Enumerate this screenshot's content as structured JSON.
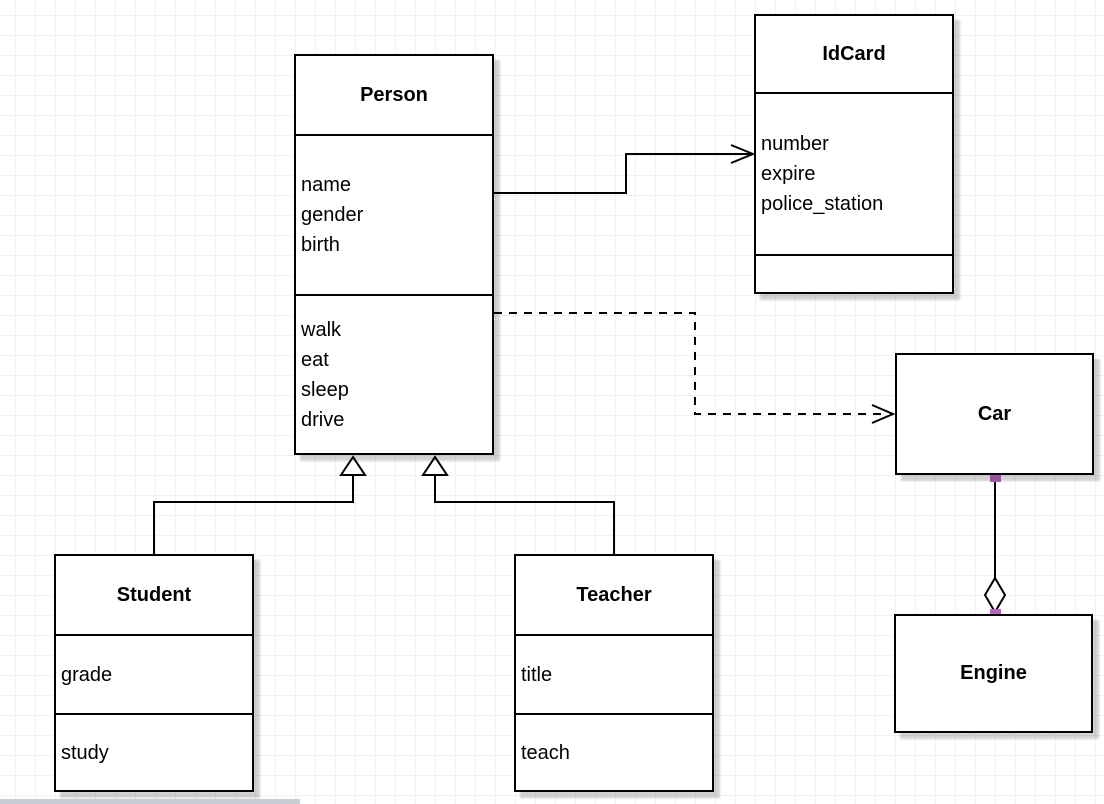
{
  "diagram": {
    "type": "uml-class-diagram",
    "classes": {
      "person": {
        "title": "Person",
        "attributes": [
          "name",
          "gender",
          "birth"
        ],
        "methods": [
          "walk",
          "eat",
          "sleep",
          "drive"
        ]
      },
      "idcard": {
        "title": "IdCard",
        "attributes": [
          "number",
          "expire",
          "police_station"
        ],
        "methods": []
      },
      "car": {
        "title": "Car",
        "attributes": [],
        "methods": []
      },
      "engine": {
        "title": "Engine",
        "attributes": [],
        "methods": []
      },
      "student": {
        "title": "Student",
        "attributes": [
          "grade"
        ],
        "methods": [
          "study"
        ]
      },
      "teacher": {
        "title": "Teacher",
        "attributes": [
          "title"
        ],
        "methods": [
          "teach"
        ]
      }
    },
    "relationships": [
      {
        "from": "Person",
        "to": "IdCard",
        "type": "association",
        "line": "solid",
        "marker": "open-arrow"
      },
      {
        "from": "Person",
        "to": "Car",
        "type": "dependency",
        "line": "dashed",
        "marker": "open-arrow"
      },
      {
        "from": "Student",
        "to": "Person",
        "type": "generalization",
        "line": "solid",
        "marker": "hollow-triangle"
      },
      {
        "from": "Teacher",
        "to": "Person",
        "type": "generalization",
        "line": "solid",
        "marker": "hollow-triangle"
      },
      {
        "from": "Car",
        "to": "Engine",
        "type": "aggregation",
        "line": "solid",
        "marker": "hollow-diamond"
      }
    ],
    "colors": {
      "box_border": "#000000",
      "box_fill": "#ffffff",
      "line": "#000000",
      "endpoint_marker": "#b566bd",
      "grid_line": "#f1f1f4",
      "canvas_bg": "#ffffff"
    }
  }
}
